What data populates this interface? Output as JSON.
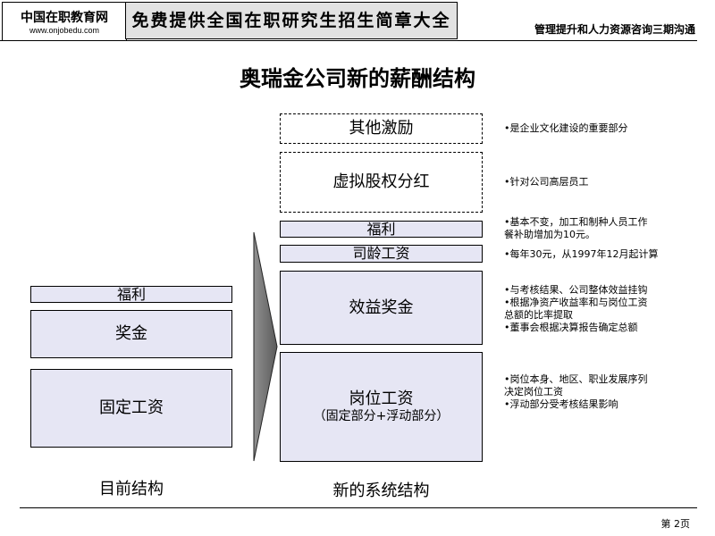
{
  "header": {
    "logo_title": "中国在职教育网",
    "logo_url": "www.onjobedu.com",
    "banner": "免费提供全国在职研究生招生简章大全",
    "right_text": "管理提升和人力资源咨询三期沟通"
  },
  "title": "奥瑞金公司新的薪酬结构",
  "current": {
    "caption": "目前结构",
    "boxes": {
      "welfare": "福利",
      "bonus": "奖金",
      "fixed": "固定工资"
    }
  },
  "new": {
    "caption": "新的系统结构",
    "boxes": {
      "other": "其他激励",
      "virtual": "虚拟股权分红",
      "welfare": "福利",
      "seniority": "司龄工资",
      "benefit": "效益奖金",
      "position": "岗位工资",
      "position_sub": "（固定部分+浮动部分）"
    }
  },
  "notes": {
    "other": [
      "•是企业文化建设的重要部分"
    ],
    "virtual": [
      "•针对公司高层员工"
    ],
    "welfare": [
      "•基本不变，加工和制种人员工作",
      "餐补助增加为10元。"
    ],
    "seniority": [
      "•每年30元，从1997年12月起计算"
    ],
    "benefit": [
      "•与考核结果、公司整体效益挂钩",
      "•根据净资产收益率和与岗位工资",
      "总额的比率提取",
      "•董事会根据决算报告确定总额"
    ],
    "position": [
      "•岗位本身、地区、职业发展序列",
      "决定岗位工资",
      "•浮动部分受考核结果影响"
    ]
  },
  "footer": "第 2页"
}
